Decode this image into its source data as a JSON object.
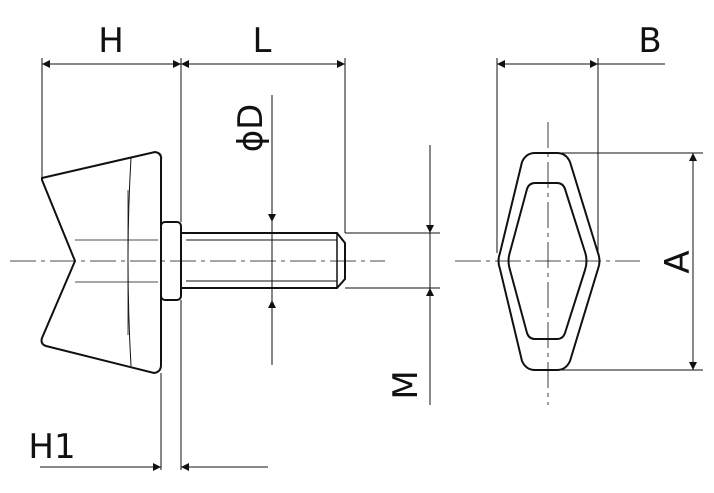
{
  "labels": {
    "H": "H",
    "L": "L",
    "B": "B",
    "phiD": "ϕD",
    "A": "A",
    "M": "M",
    "H1": "H1"
  },
  "colors": {
    "line": "#111111",
    "background": "#ffffff"
  }
}
